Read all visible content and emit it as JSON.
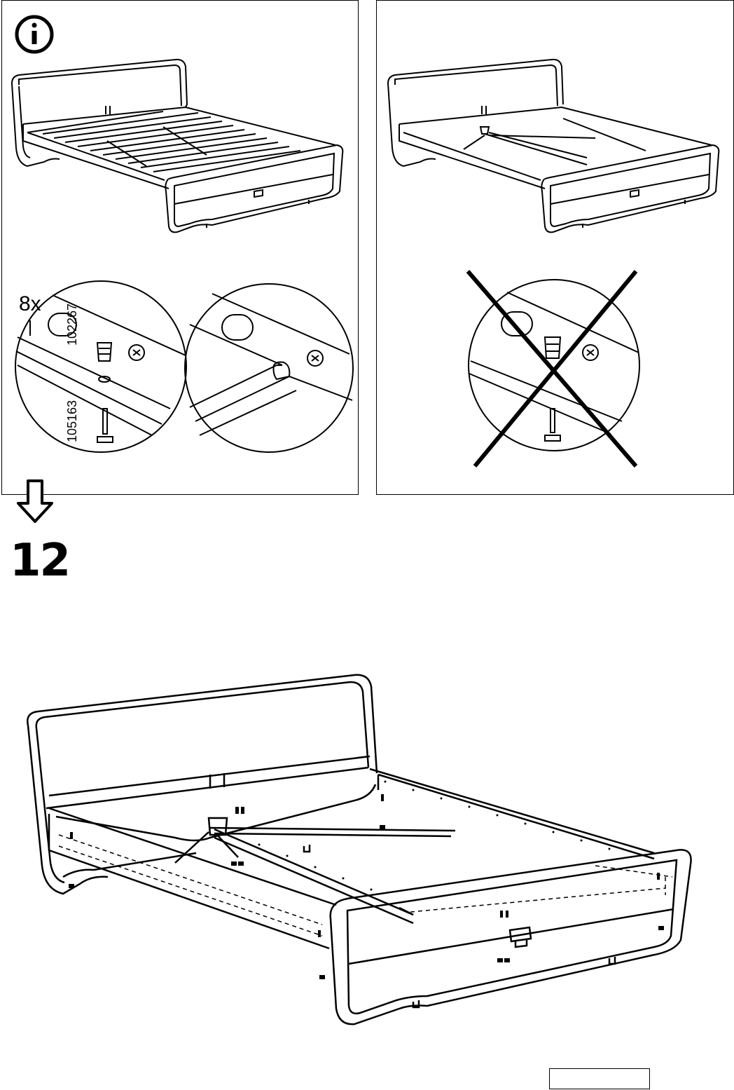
{
  "step": {
    "number": "12"
  },
  "left_panel": {
    "info_icon": "info-icon",
    "quantity": "8x",
    "part_dowel": "102267",
    "part_screw": "105163"
  },
  "right_panel": {
    "cross_icon": "wrong-x-icon"
  },
  "icons": {
    "next_arrow": "down-arrow-icon"
  }
}
